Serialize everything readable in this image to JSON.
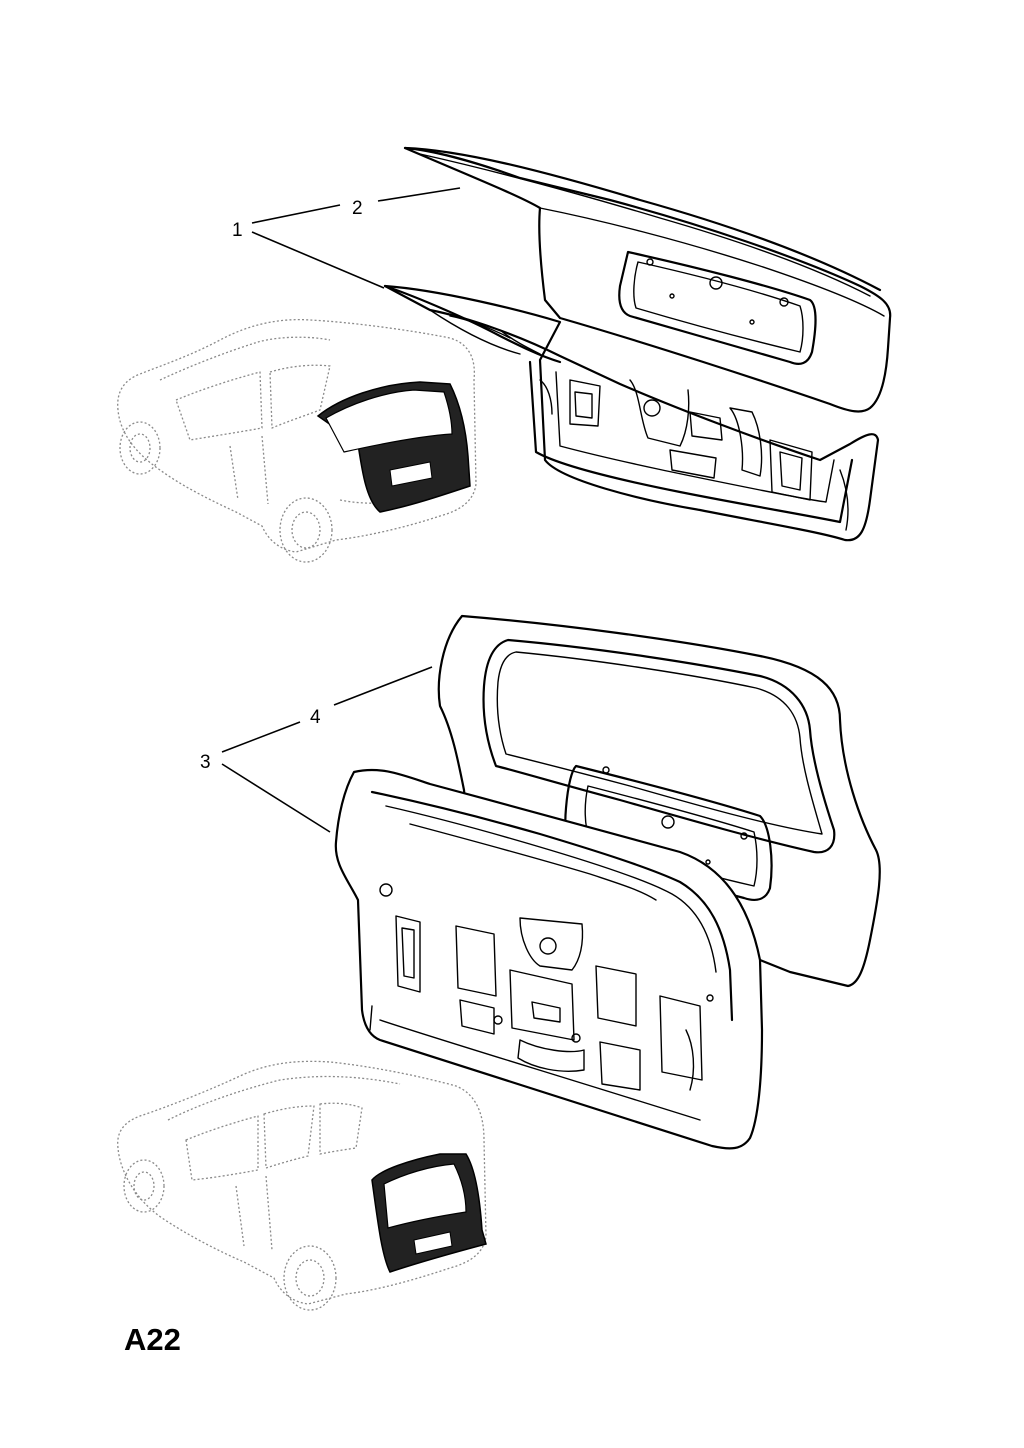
{
  "callouts": [
    {
      "id": "1",
      "label": "1"
    },
    {
      "id": "2",
      "label": "2"
    },
    {
      "id": "3",
      "label": "3"
    },
    {
      "id": "4",
      "label": "4"
    }
  ],
  "page_code": "A22",
  "colors": {
    "line": "#000000",
    "ghost": "#8a8a8a",
    "background": "#ffffff"
  }
}
